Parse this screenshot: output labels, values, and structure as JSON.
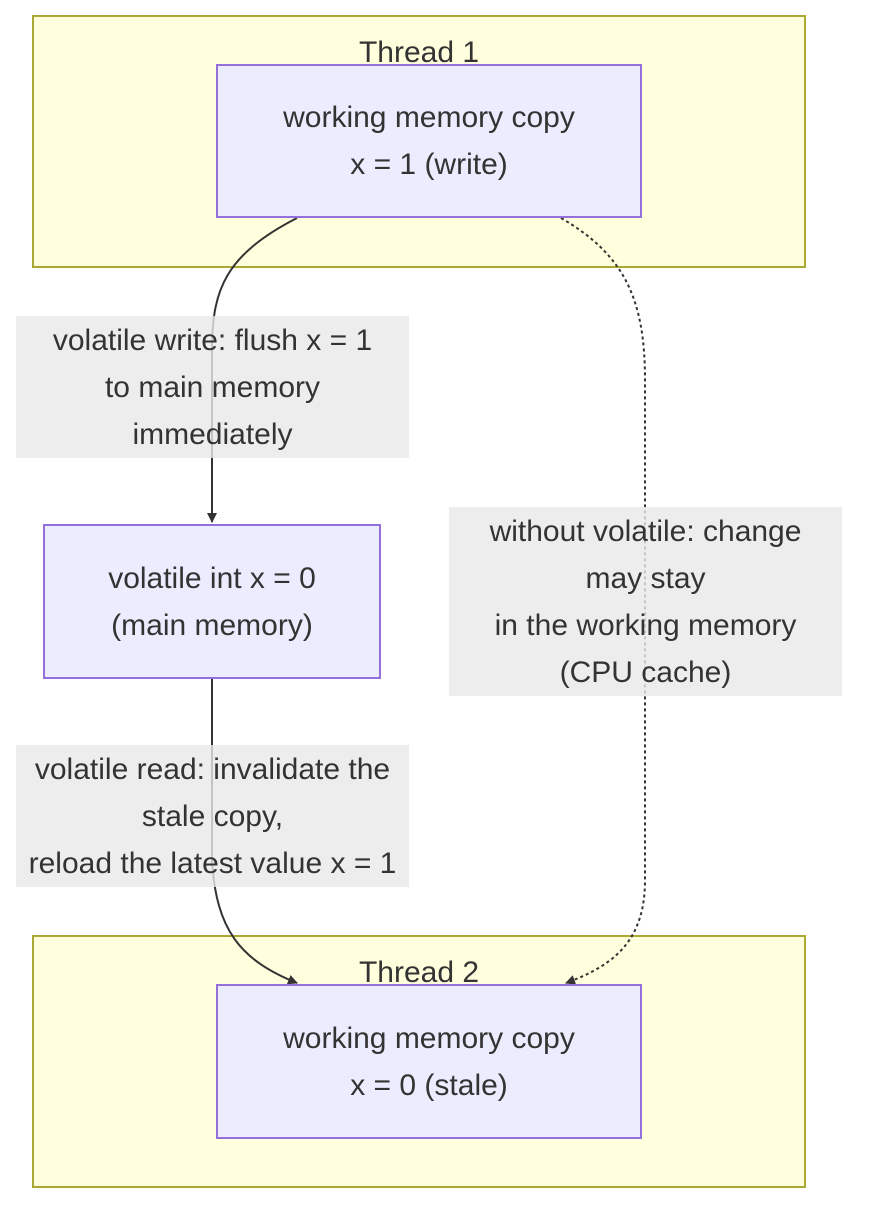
{
  "clusters": {
    "thread1": {
      "title": "Thread 1"
    },
    "thread2": {
      "title": "Thread 2"
    }
  },
  "nodes": {
    "t1_copy": {
      "lines": [
        "working memory copy",
        "x = 1 (write)"
      ]
    },
    "main_memory": {
      "lines": [
        "volatile int x = 0",
        "(main memory)"
      ]
    },
    "t2_copy": {
      "lines": [
        "working memory copy",
        "x = 0 (stale)"
      ]
    }
  },
  "edges": {
    "volatile_write": {
      "lines": [
        "volatile write: flush x = 1",
        "to main memory",
        "immediately"
      ]
    },
    "volatile_read": {
      "lines": [
        "volatile read: invalidate the",
        "stale copy,",
        "reload the latest value x = 1"
      ]
    },
    "without_volatile": {
      "lines": [
        "without volatile: change",
        "may stay",
        "in the working memory",
        "(CPU cache)"
      ]
    }
  },
  "colors": {
    "cluster_fill": "#ffffde",
    "cluster_border": "#aaaa33",
    "node_fill": "#ececff",
    "node_border": "#9370db",
    "edge_stroke": "#333333",
    "edge_label_bg": "#e8e8e8",
    "text": "#333333"
  }
}
